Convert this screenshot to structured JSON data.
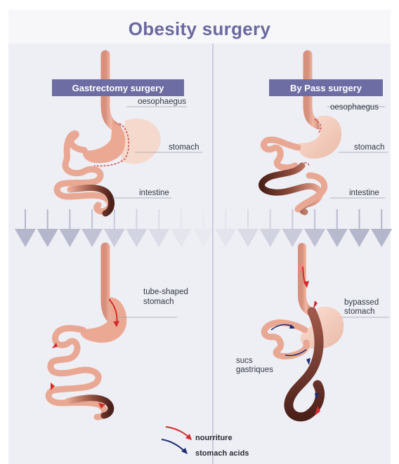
{
  "title": "Obesity surgery",
  "left": {
    "banner": "Gastrectomy surgery",
    "labels": {
      "oesophagus": "oesophaegus",
      "stomach": "stomach",
      "intestine": "intestine",
      "tube_line1": "tube-shaped",
      "tube_line2": "stomach"
    }
  },
  "right": {
    "banner": "By Pass surgery",
    "labels": {
      "oesophagus": "oesophaegus",
      "stomach": "stomach",
      "intestine": "intestine",
      "bypassed_line1": "bypassed",
      "bypassed_line2": "stomach",
      "sucs_line1": "sucs",
      "sucs_line2": "gastriques"
    }
  },
  "legend": {
    "food": "nourriture",
    "acids": "stomach acids"
  },
  "colors": {
    "title": "#6a69a0",
    "banner": "#6e6da3",
    "panel_bg": "#eeeef5",
    "arrow": "#b4b6cb",
    "food_arrow": "#d62a2a",
    "acid_arrow": "#1e2a72",
    "tissue": "#e9a893",
    "tissue_dark": "#5a2a22"
  }
}
